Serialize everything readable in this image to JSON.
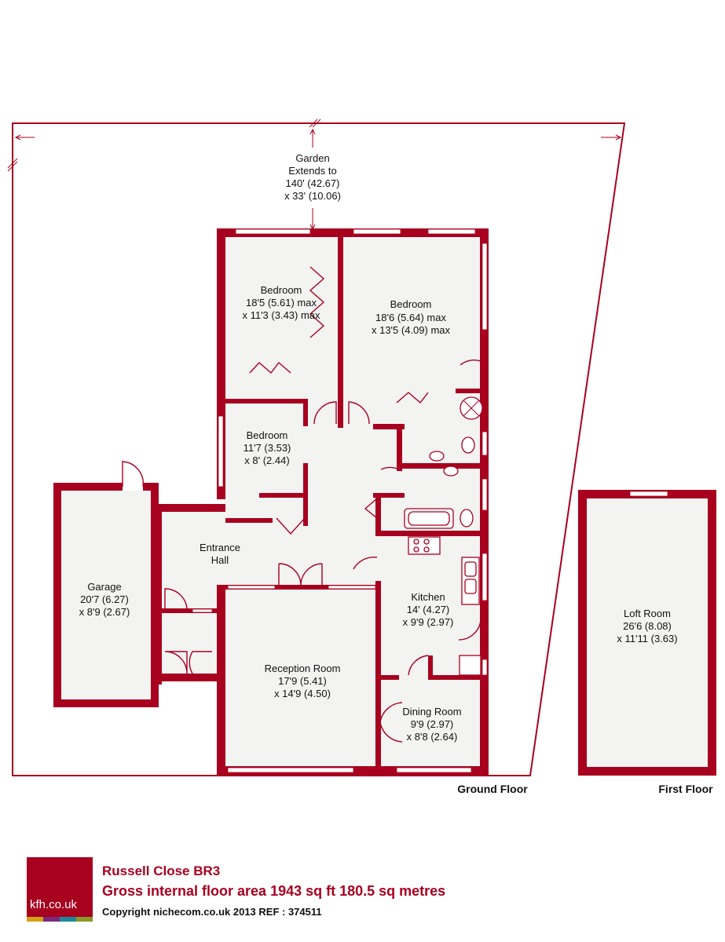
{
  "garden": {
    "line1": "Garden",
    "line2": "Extends to",
    "line3": "140' (42.67)",
    "line4": "x  33' (10.06)"
  },
  "rooms": {
    "bedroom1": {
      "name": "Bedroom",
      "dim1": "18'5 (5.61) max",
      "dim2": "x 11'3 (3.43) max"
    },
    "bedroom2": {
      "name": "Bedroom",
      "dim1": "18'6 (5.64) max",
      "dim2": "x 13'5 (4.09) max"
    },
    "bedroom3": {
      "name": "Bedroom",
      "dim1": "11'7 (3.53)",
      "dim2": "x 8' (2.44)"
    },
    "garage": {
      "name": "Garage",
      "dim1": "20'7 (6.27)",
      "dim2": "x 8'9 (2.67)"
    },
    "entrance_hall": {
      "line1": "Entrance",
      "line2": "Hall"
    },
    "kitchen": {
      "name": "Kitchen",
      "dim1": "14' (4.27)",
      "dim2": "x 9'9 (2.97)"
    },
    "reception": {
      "name": "Reception Room",
      "dim1": "17'9 (5.41)",
      "dim2": "x 14'9 (4.50)"
    },
    "dining": {
      "name": "Dining Room",
      "dim1": "9'9 (2.97)",
      "dim2": "x 8'8 (2.64)"
    },
    "loft": {
      "name": "Loft Room",
      "dim1": "26'6 (8.08)",
      "dim2": "x 11'11 (3.63)"
    }
  },
  "floors": {
    "ground": "Ground Floor",
    "first": "First Floor"
  },
  "footer": {
    "logo_text": "kfh.co.uk",
    "logo_bar_colors": [
      "#d4a017",
      "#7a2a7a",
      "#1a8a9a",
      "#8a9a2a"
    ],
    "title": "Russell Close  BR3",
    "area": "Gross internal floor area 1943 sq ft 180.5 sq metres",
    "copyright": "Copyright nichecom.co.uk 2013    REF : 374511"
  },
  "colors": {
    "wall": "#a8001f",
    "floor": "#f3f3f2"
  }
}
